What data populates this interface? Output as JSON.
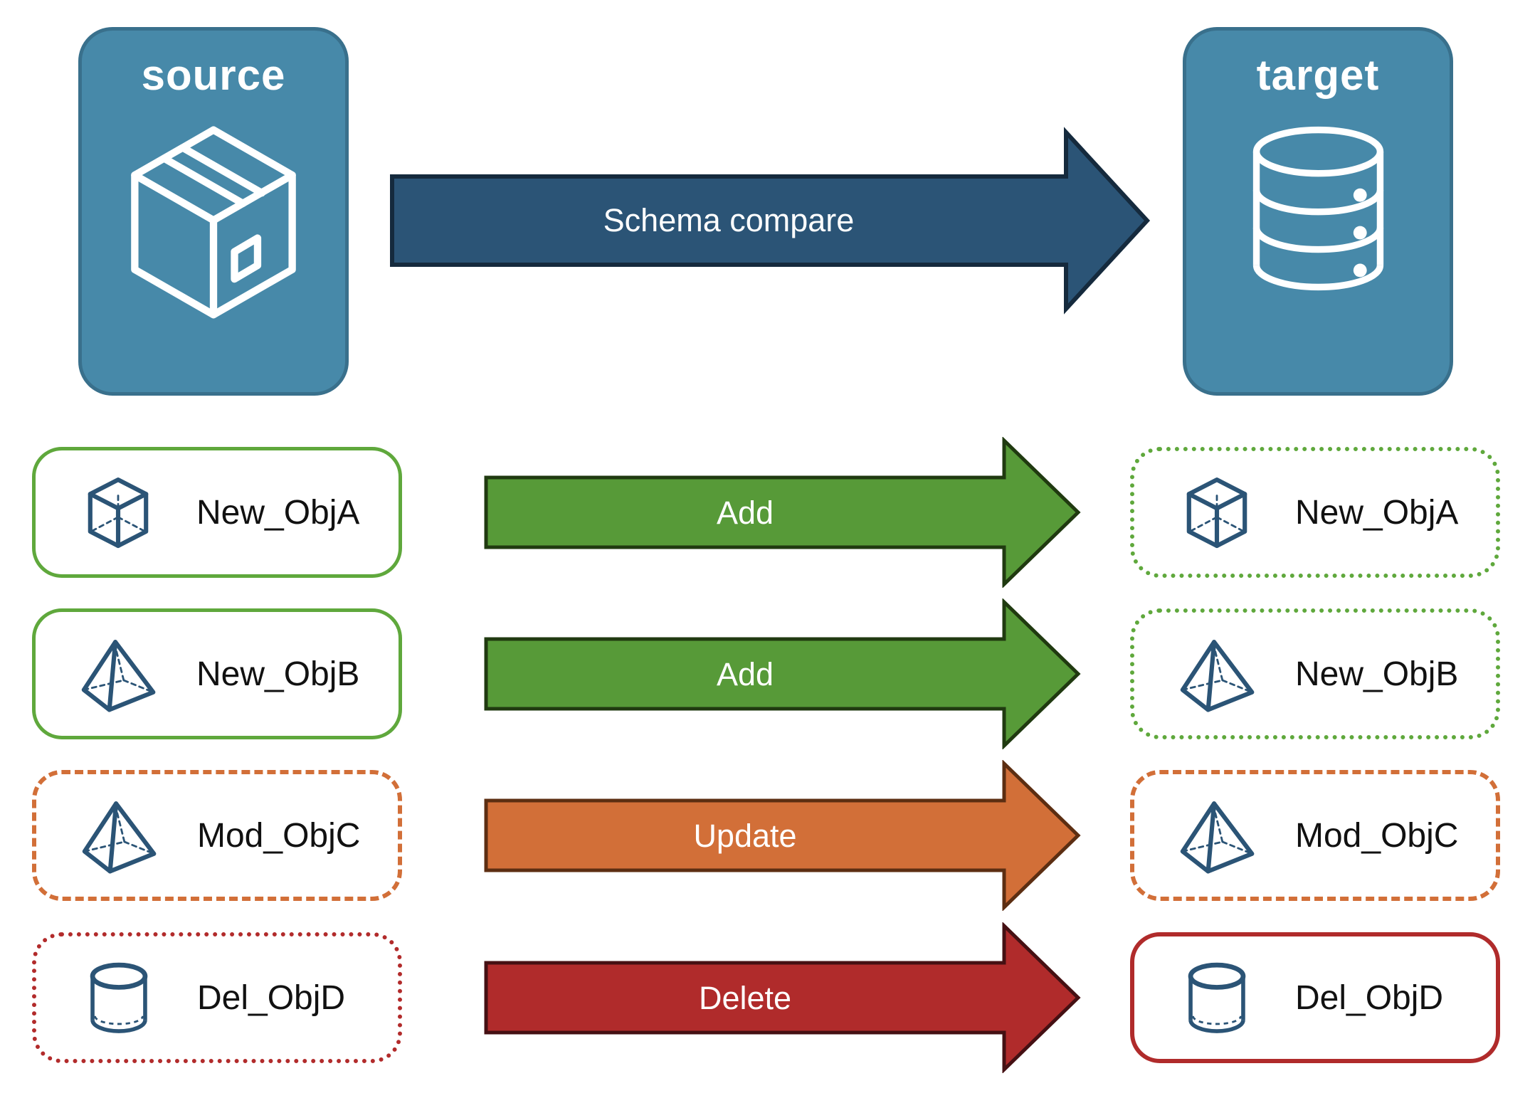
{
  "header": {
    "source_label": "source",
    "target_label": "target",
    "compare_arrow_label": "Schema compare",
    "source_icon": "package-box-icon",
    "target_icon": "database-icon"
  },
  "rows": [
    {
      "object_name": "New_ObjA",
      "action_label": "Add",
      "icon": "cube-icon",
      "source_border": "solid-green",
      "target_border": "dotted-green"
    },
    {
      "object_name": "New_ObjB",
      "action_label": "Add",
      "icon": "pyramid-icon",
      "source_border": "solid-green",
      "target_border": "dotted-green"
    },
    {
      "object_name": "Mod_ObjC",
      "action_label": "Update",
      "icon": "pyramid-icon",
      "source_border": "dashed-orange",
      "target_border": "dashed-orange"
    },
    {
      "object_name": "Del_ObjD",
      "action_label": "Delete",
      "icon": "cylinder-icon",
      "source_border": "dotted-red",
      "target_border": "solid-red"
    }
  ],
  "colors": {
    "node_fill": "#4789A9",
    "node_border": "#39708C",
    "compare_arrow_fill": "#2B5476",
    "compare_arrow_border": "#152A3D",
    "add_arrow_fill": "#579A38",
    "update_arrow_fill": "#D26F38",
    "delete_arrow_fill": "#B02B2B",
    "green_border": "#5FA83C",
    "orange_border": "#D26F38",
    "red_border": "#B22B2B",
    "object_icon_blue": "#2B5476",
    "object_label_text": "#111111",
    "arrow_text": "#FFFFFF",
    "background": "#FFFFFF"
  }
}
